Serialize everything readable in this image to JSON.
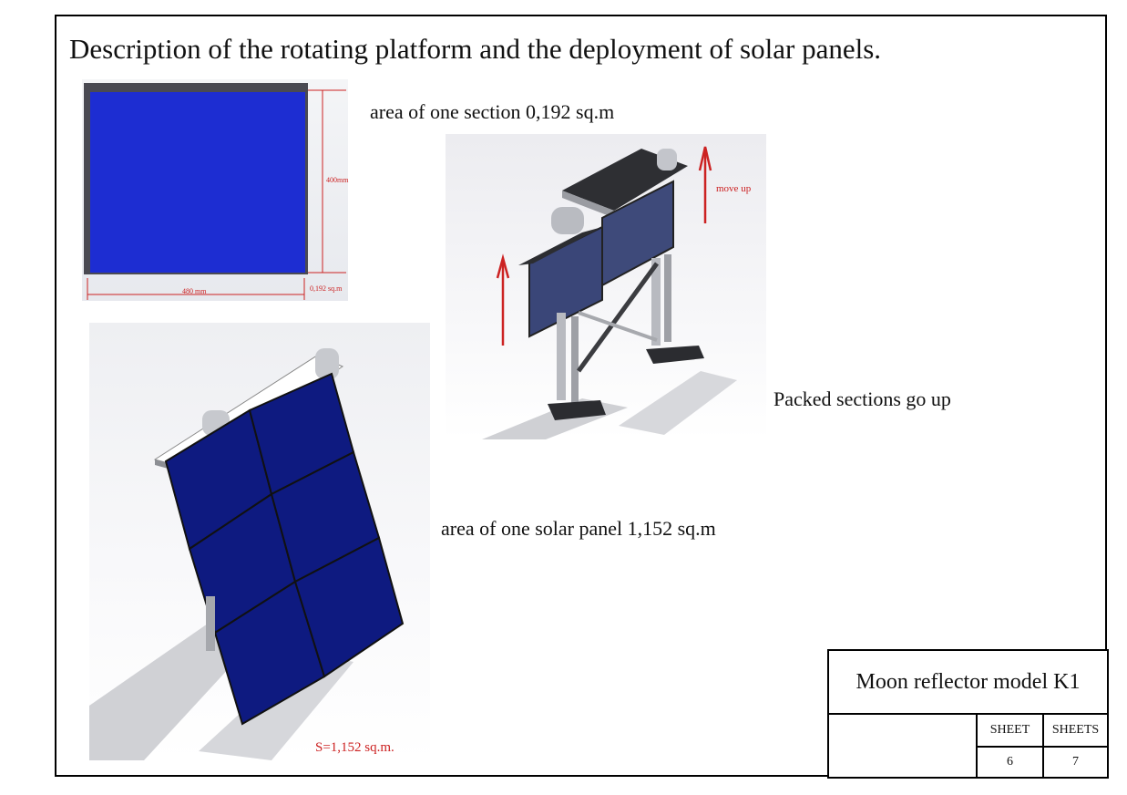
{
  "title": "Description of the rotating platform and the deployment of solar panels.",
  "section": {
    "caption": "area of one section 0,192 sq.m",
    "dim_height": "400mm",
    "dim_width": "480 mm",
    "dim_area": "0,192 sq.m"
  },
  "packed": {
    "move_up_label": "move up",
    "caption": "Packed sections go up"
  },
  "panel": {
    "caption": "area of one solar panel 1,152 sq.m",
    "area_label": "S=1,152 sq.m."
  },
  "title_block": {
    "model": "Moon reflector model K1",
    "sheet_label": "SHEET",
    "sheets_label": "SHEETS",
    "sheet": "6",
    "sheets": "7"
  },
  "colors": {
    "panel_blue": "#1d2dd2",
    "panel_navy": "#0e1a80",
    "annotation_red": "#cc2222",
    "frame_dark": "#3a3a40"
  }
}
